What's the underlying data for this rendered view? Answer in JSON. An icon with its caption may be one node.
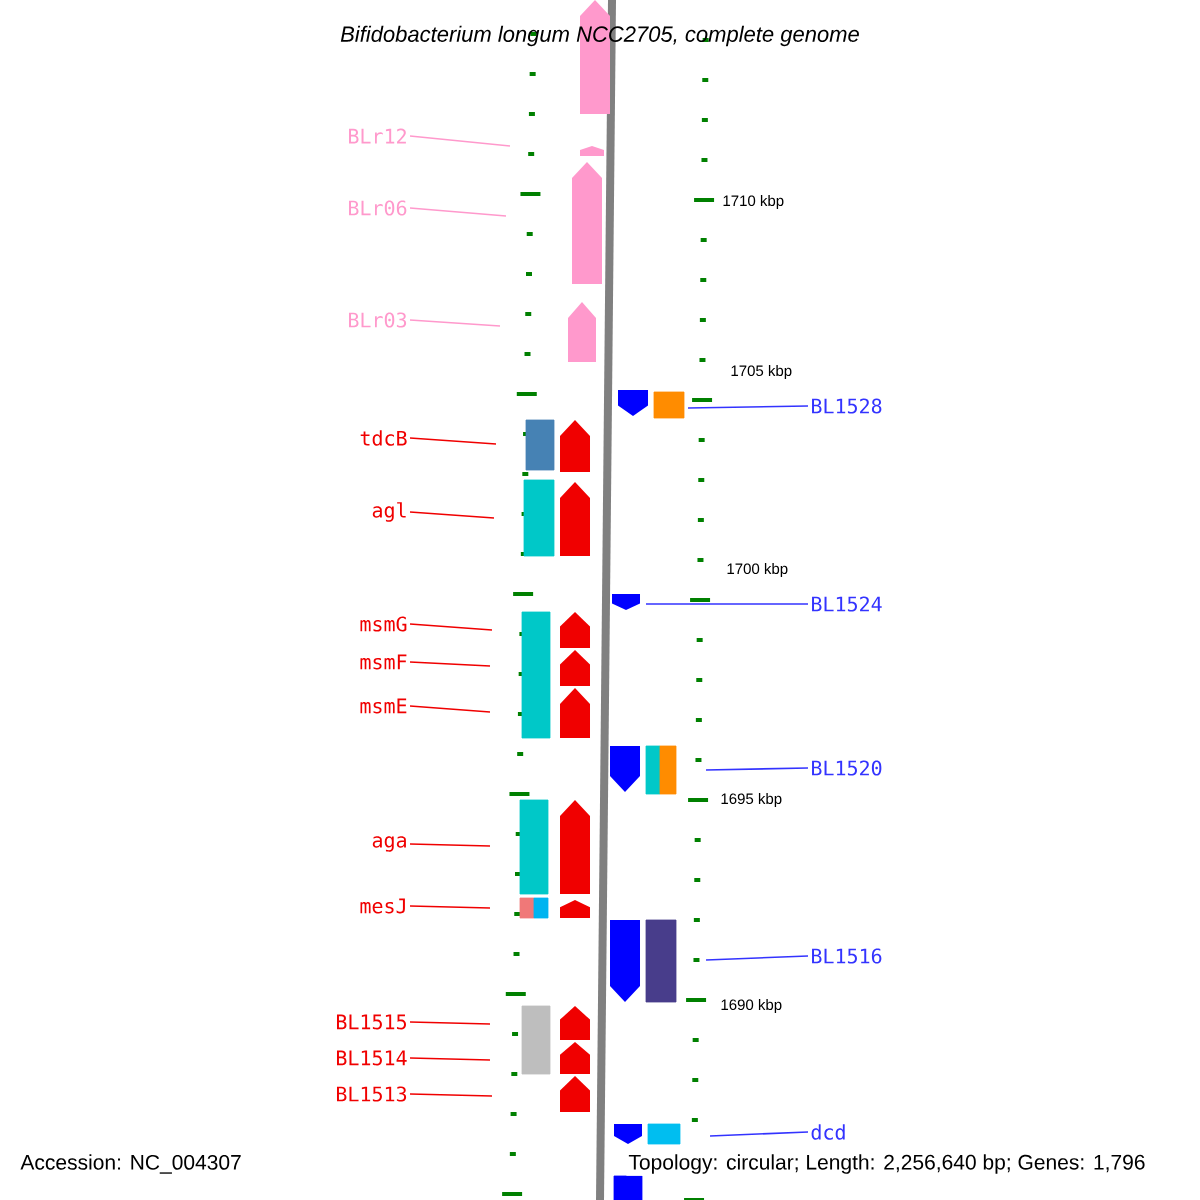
{
  "diagram": {
    "title": "Bifidobacterium longum NCC2705, complete genome",
    "nodes": [
      {
        "text": [
          "BLr12"
        ]
      },
      {
        "text": [
          "BLr06"
        ]
      },
      {
        "text": [
          "BLr03"
        ]
      },
      {
        "text": [
          "tdcB"
        ]
      },
      {
        "text": [
          "agl"
        ]
      },
      {
        "text": [
          "msmG"
        ]
      },
      {
        "text": [
          "msmF"
        ]
      },
      {
        "text": [
          "msmE"
        ]
      },
      {
        "text": [
          "aga"
        ]
      },
      {
        "text": [
          "mesJ"
        ]
      },
      {
        "text": [
          "BL1515"
        ]
      },
      {
        "text": [
          "BL1514"
        ]
      },
      {
        "text": [
          "BL1513"
        ]
      },
      {
        "text": [
          "BL1528"
        ]
      },
      {
        "text": [
          "BL1524"
        ]
      },
      {
        "text": [
          "BL1520"
        ]
      },
      {
        "text": [
          "BL1516"
        ]
      },
      {
        "text": [
          "dcd"
        ]
      }
    ],
    "edges": [
      {
        "from": 0,
        "to": null,
        "arrow": "none",
        "color": "#ff99cc"
      },
      {
        "from": 1,
        "to": null,
        "arrow": "none",
        "color": "#ff99cc"
      },
      {
        "from": 2,
        "to": null,
        "arrow": "none",
        "color": "#ff99cc"
      },
      {
        "from": 3,
        "to": null,
        "arrow": "none"
      },
      {
        "from": 4,
        "to": null,
        "arrow": "none"
      },
      {
        "from": 5,
        "to": null,
        "arrow": "none"
      },
      {
        "from": 6,
        "to": null,
        "arrow": "none"
      },
      {
        "from": 7,
        "to": null,
        "arrow": "none"
      },
      {
        "from": 8,
        "to": null,
        "arrow": "none"
      },
      {
        "from": 9,
        "to": null,
        "arrow": "none"
      },
      {
        "from": 10,
        "to": null,
        "arrow": "none"
      },
      {
        "from": 11,
        "to": null,
        "arrow": "none"
      },
      {
        "from": 12,
        "to": null,
        "arrow": "none"
      },
      {
        "from": 13,
        "to": null,
        "arrow": "none",
        "color": "#3333ff"
      },
      {
        "from": 14,
        "to": null,
        "arrow": "none",
        "color": "#3333ff"
      },
      {
        "from": 15,
        "to": null,
        "arrow": "none",
        "color": "#3333ff"
      },
      {
        "from": 16,
        "to": null,
        "arrow": "none",
        "color": "#3333ff"
      },
      {
        "from": 17,
        "to": null,
        "arrow": "none",
        "color": "#3333ff"
      }
    ],
    "labels": [
      "1710 kbp",
      "1705 kbp",
      "1700 kbp",
      "1695 kbp",
      "1690 kbp",
      "Accession: NC_004307",
      "Topology: circular; Length: 2,256,640 bp; Genes: 1,796"
    ]
  }
}
